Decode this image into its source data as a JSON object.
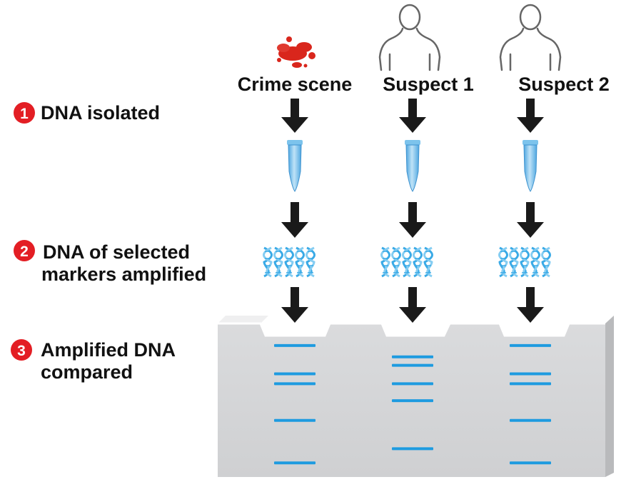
{
  "columns": [
    {
      "id": "crime-scene",
      "label": "Crime scene",
      "icon": "blood-splatter-icon"
    },
    {
      "id": "suspect-1",
      "label": "Suspect 1",
      "icon": "person-silhouette-icon"
    },
    {
      "id": "suspect-2",
      "label": "Suspect 2",
      "icon": "person-silhouette-icon"
    }
  ],
  "steps": [
    {
      "number": "1",
      "lines": [
        "DNA isolated"
      ]
    },
    {
      "number": "2",
      "lines": [
        "DNA of selected",
        "markers amplified"
      ]
    },
    {
      "number": "3",
      "lines": [
        "Amplified DNA",
        "compared"
      ]
    }
  ],
  "colors": {
    "step_badge": "#e31e24",
    "arrow": "#1a1a1a",
    "band": "#1e9be0",
    "gel": "#d4d5d7",
    "blood": "#d9261c",
    "tube": "#7cc3ec",
    "helix": "#3aaae6"
  },
  "gel_bands": [
    {
      "lane": "crime-scene",
      "positions": [
        0.07,
        0.27,
        0.34,
        0.6,
        0.9
      ]
    },
    {
      "lane": "suspect-1",
      "positions": [
        0.15,
        0.21,
        0.34,
        0.46,
        0.8
      ]
    },
    {
      "lane": "suspect-2",
      "positions": [
        0.07,
        0.27,
        0.34,
        0.6,
        0.9
      ]
    }
  ]
}
